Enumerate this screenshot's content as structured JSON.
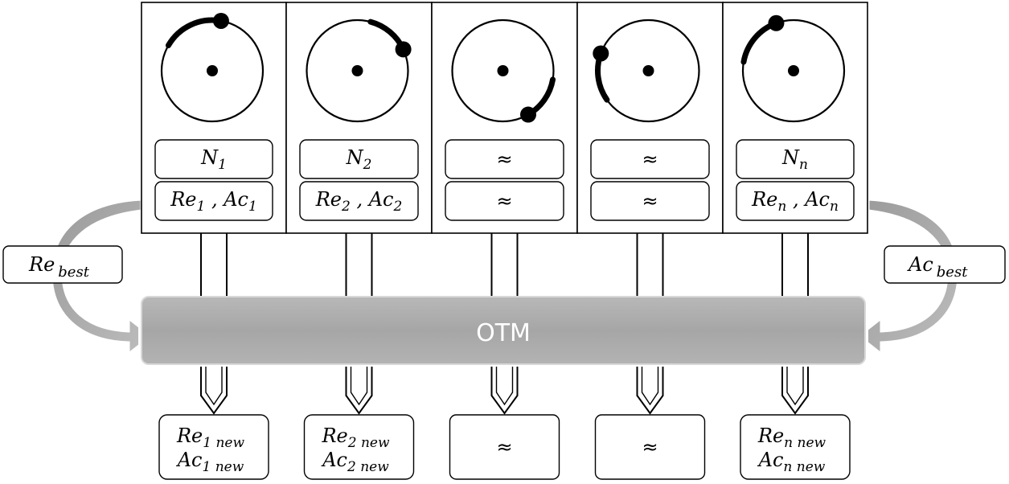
{
  "otm_label": "OTM",
  "re_best": {
    "base": "Re",
    "sub": "best"
  },
  "ac_best": {
    "base": "Ac",
    "sub": "best"
  },
  "approx_symbol": "≈",
  "agents": [
    {
      "id": "1",
      "n": {
        "base": "N",
        "sub": "1"
      },
      "state": [
        {
          "base": "Re",
          "sub": "1"
        },
        {
          "base": "Ac",
          "sub": "1"
        }
      ],
      "out": [
        {
          "base": "Re",
          "sub": "1 new"
        },
        {
          "base": "Ac",
          "sub": "1 new"
        }
      ]
    },
    {
      "id": "2",
      "n": {
        "base": "N",
        "sub": "2"
      },
      "state": [
        {
          "base": "Re",
          "sub": "2"
        },
        {
          "base": "Ac",
          "sub": "2"
        }
      ],
      "out": [
        {
          "base": "Re",
          "sub": "2 new"
        },
        {
          "base": "Ac",
          "sub": "2 new"
        }
      ]
    },
    {
      "id": "approx-a",
      "approx": true
    },
    {
      "id": "approx-b",
      "approx": true
    },
    {
      "id": "n",
      "n": {
        "base": "N",
        "sub": "n"
      },
      "state": [
        {
          "base": "Re",
          "sub": "n"
        },
        {
          "base": "Ac",
          "sub": "n"
        }
      ],
      "out": [
        {
          "base": "Re",
          "sub": "n new"
        },
        {
          "base": "Ac",
          "sub": "n new"
        }
      ]
    }
  ]
}
